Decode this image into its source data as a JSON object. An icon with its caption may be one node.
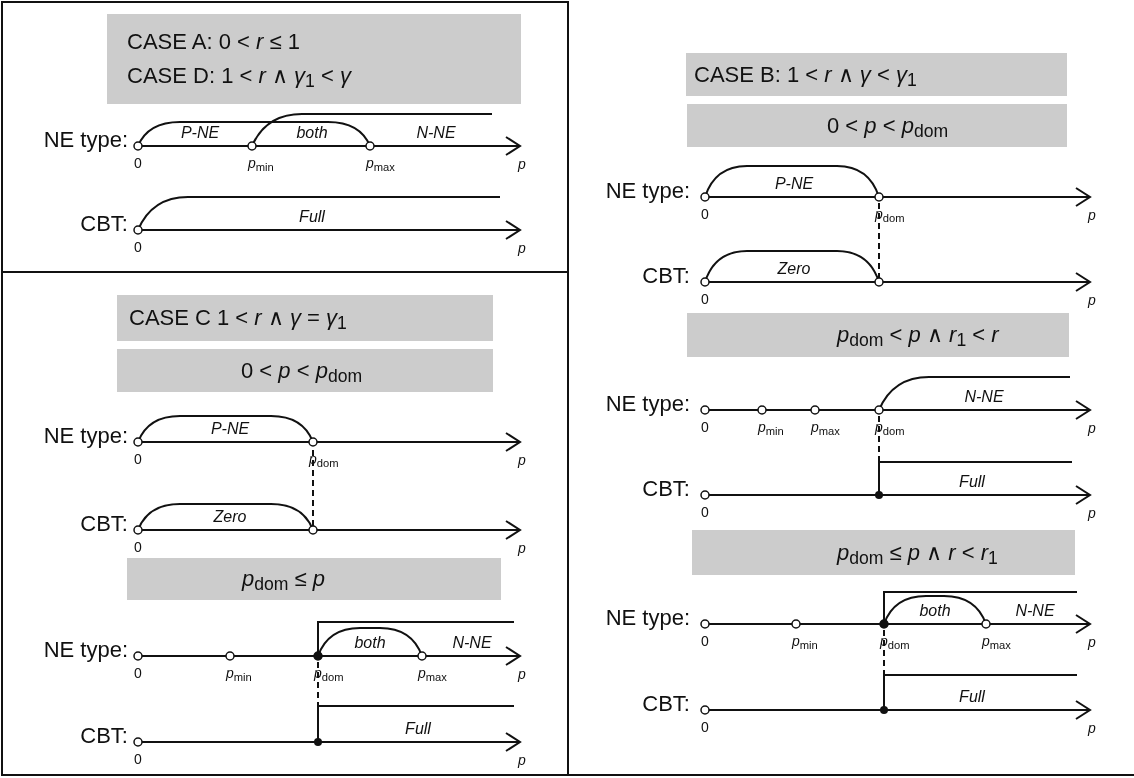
{
  "diagram": {
    "nodes": [
      {
        "text": [
          "CASE A:  0 < *r* ≤ 1",
          "CASE D:  1 < *r* ∧ *γ*$_{1}$ < *γ*"
        ]
      },
      {
        "text": [
          "CASE C 1 < *r* ∧ *γ* = *γ*$_{1}$"
        ]
      },
      {
        "text": [
          "0 < *p* < *p*$_{dom}$"
        ]
      },
      {
        "text": [
          "*p*$_{dom}$ ≤ *p*"
        ]
      },
      {
        "text": [
          "CASE B: 1 < *r* ∧ *γ* < *γ*$_{1}$"
        ]
      },
      {
        "text": [
          "0 < *p* < *p*$_{dom}$"
        ]
      },
      {
        "text": [
          "*p*$_{dom}$ < *p* ∧ *r*$_{1}$ < *r*"
        ]
      },
      {
        "text": [
          "*p*$_{dom}$ ≤ *p* ∧ *r* < *r*$_{1}$"
        ]
      }
    ],
    "labels": [
      "NE type:",
      "P-NE",
      "both",
      "N-NE",
      "0",
      "*p*$_{min}$",
      "*p*$_{max}$",
      "p",
      "CBT:",
      "Full",
      "0",
      "p",
      "NE type:",
      "P-NE",
      "0",
      "*p*$_{dom}$",
      "p",
      "CBT:",
      "Zero",
      "0",
      "p",
      "NE type:",
      "both",
      "N-NE",
      "0",
      "*p*$_{min}$",
      "*p*$_{dom}$",
      "*p*$_{max}$",
      "p",
      "CBT:",
      "Full",
      "0",
      "p",
      "NE type:",
      "P-NE",
      "0",
      "*p*$_{dom}$",
      "p",
      "CBT:",
      "Zero",
      "0",
      "p",
      "NE type:",
      "N-NE",
      "0",
      "*p*$_{min}$",
      "*p*$_{max}$",
      "*p*$_{dom}$",
      "p",
      "CBT:",
      "Full",
      "0",
      "p",
      "NE type:",
      "both",
      "N-NE",
      "0",
      "*p*$_{min}$",
      "*p*$_{dom}$",
      "*p*$_{max}$",
      "p",
      "CBT:",
      "Full",
      "0",
      "p"
    ]
  }
}
